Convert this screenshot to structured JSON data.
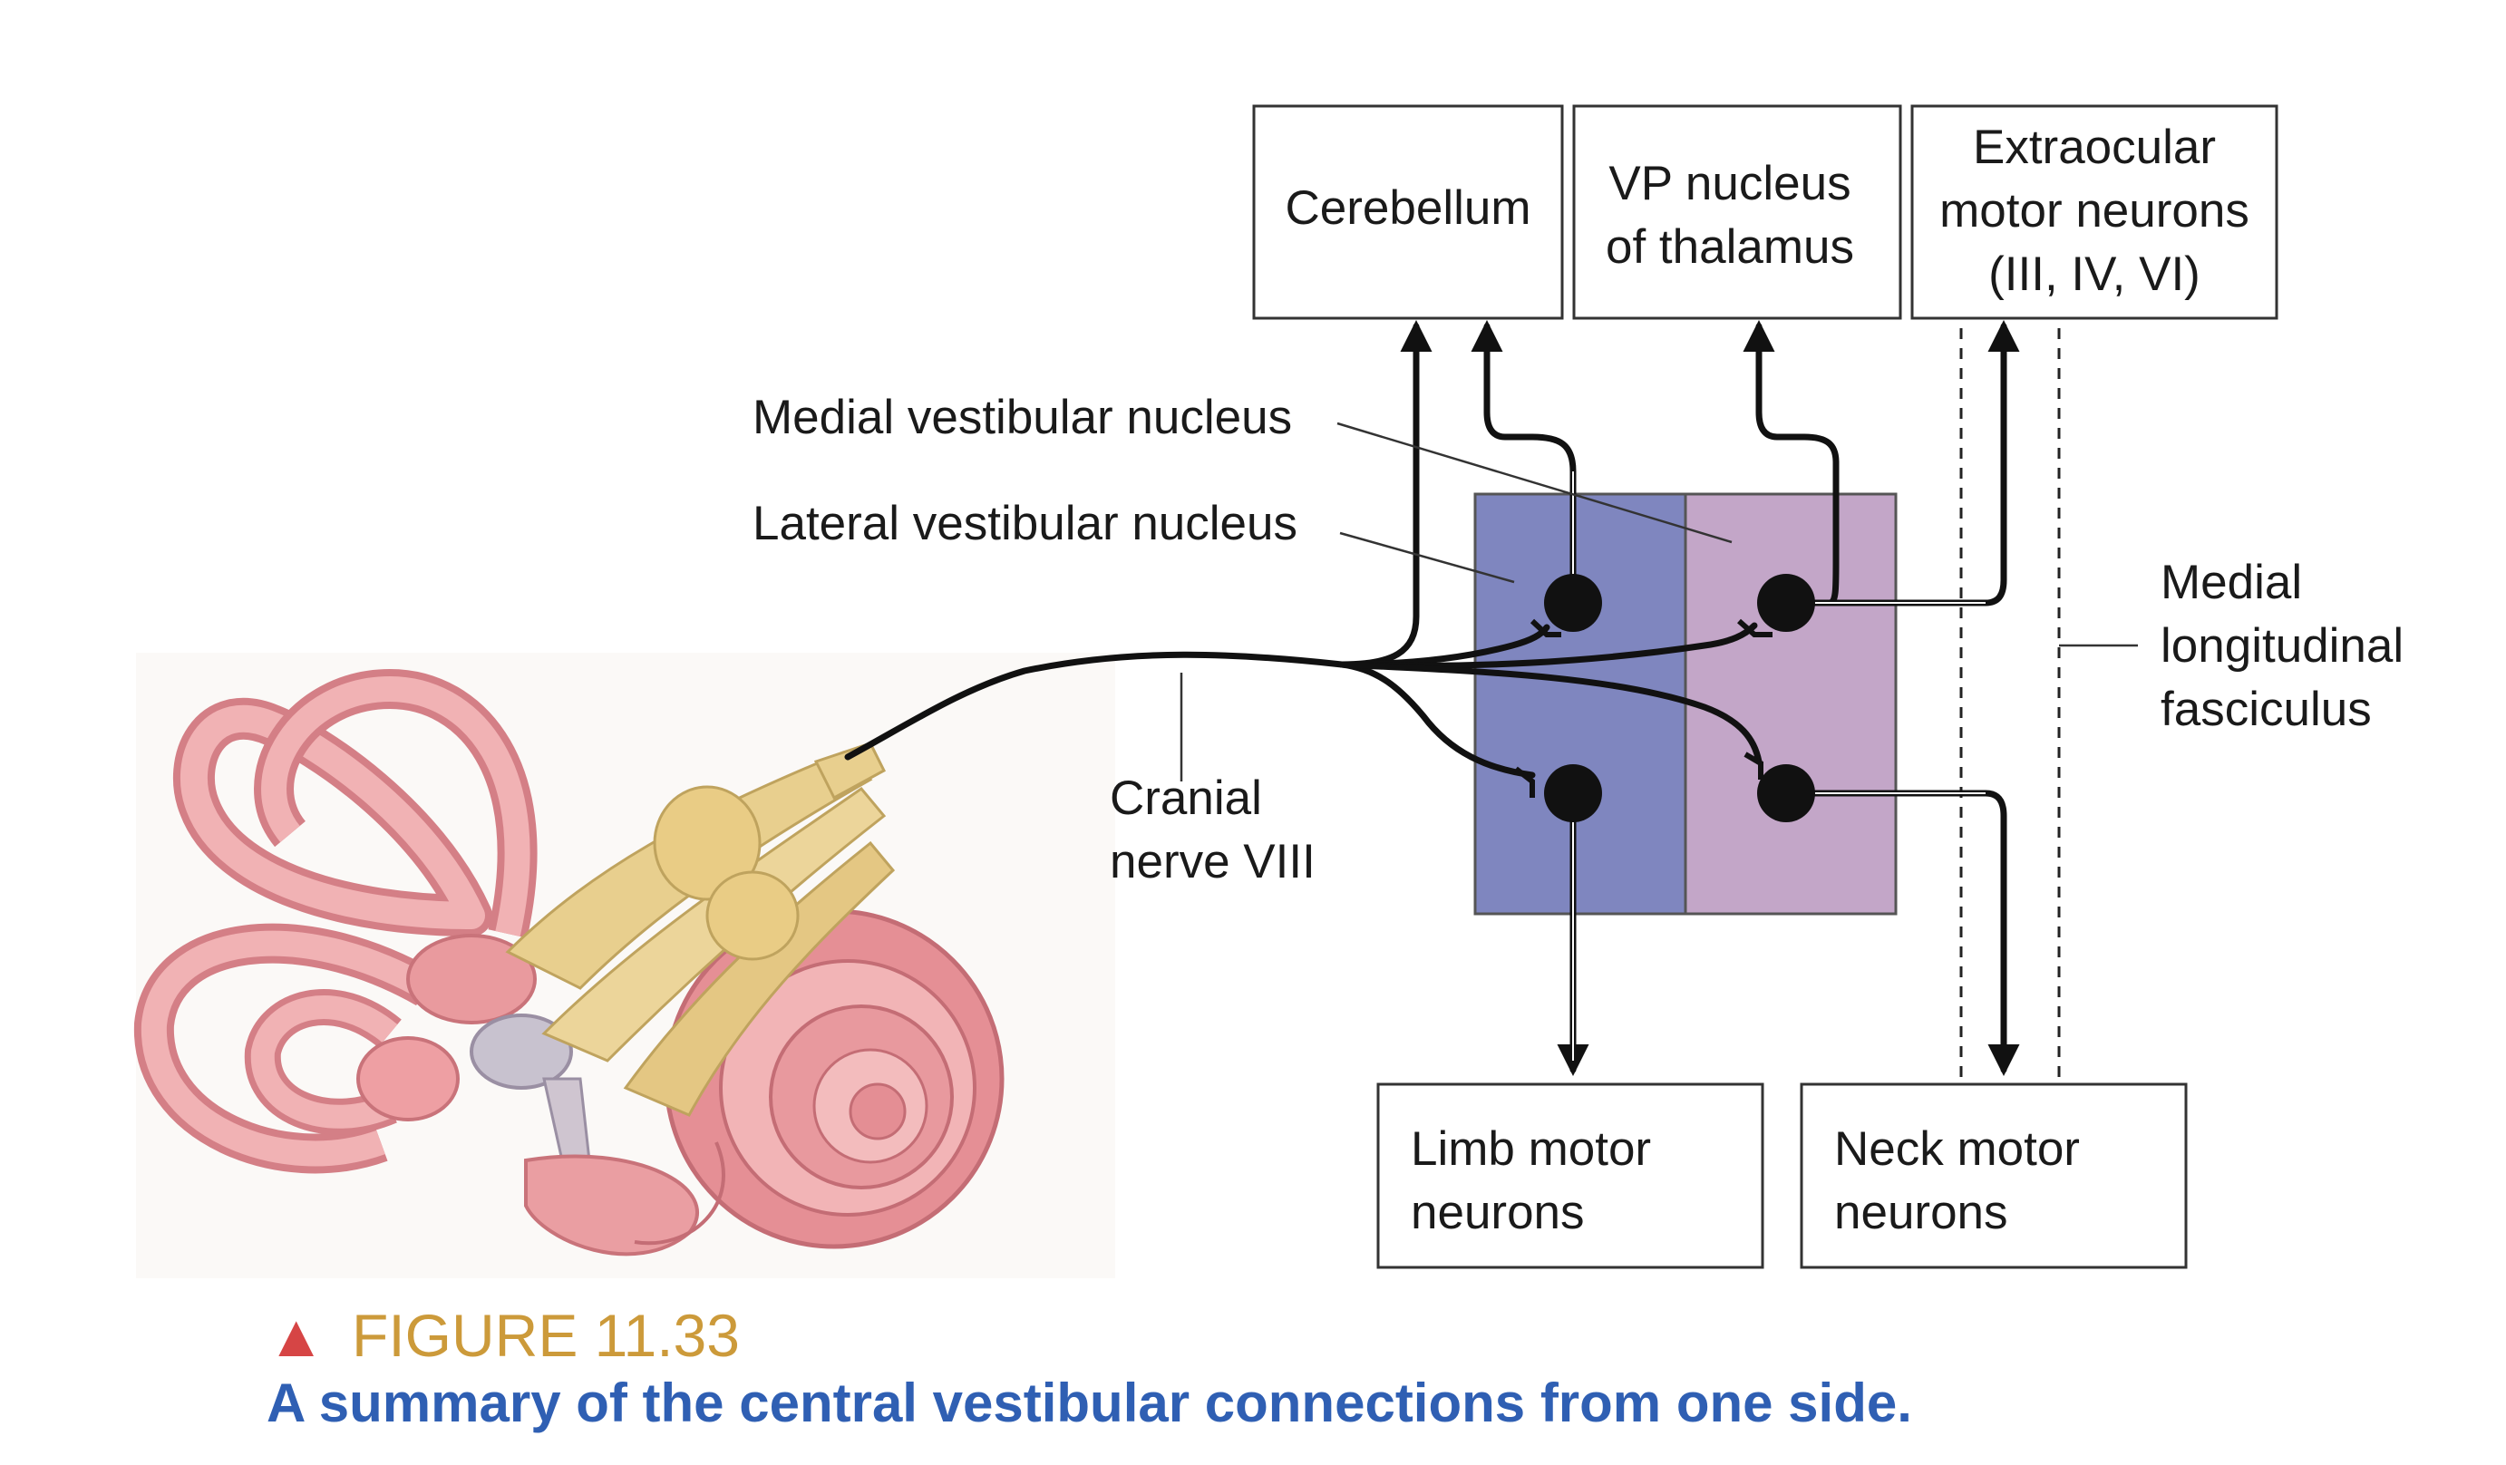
{
  "boxes": {
    "cerebellum": "Cerebellum",
    "vp_nucleus": [
      "VP nucleus",
      "of thalamus"
    ],
    "extraocular": [
      "Extraocular",
      "motor neurons",
      "(III, IV, VI)"
    ],
    "limb_motor": [
      "Limb motor",
      "neurons"
    ],
    "neck_motor": [
      "Neck motor",
      "neurons"
    ]
  },
  "labels": {
    "medial_vestibular_nucleus": "Medial vestibular nucleus",
    "lateral_vestibular_nucleus": "Lateral vestibular nucleus",
    "cranial_nerve": [
      "Cranial",
      "nerve VIII"
    ],
    "mlf": [
      "Medial",
      "longitudinal",
      "fasciculus"
    ]
  },
  "caption": {
    "marker": "▲",
    "figure_label": "FIGURE 11.33",
    "text": "A summary of the central vestibular connections from one side."
  },
  "colors": {
    "lateral_nucleus_fill": "#7f86bf",
    "medial_nucleus_fill": "#c3a6c8",
    "caption_marker": "#d64545",
    "caption_figure": "#cc9a3a",
    "caption_text": "#2f5fb3",
    "ear_pink": "#e99a9e",
    "ear_yellow": "#e8cf8e"
  },
  "icons": {
    "inner_ear": "inner-ear-illustration"
  }
}
